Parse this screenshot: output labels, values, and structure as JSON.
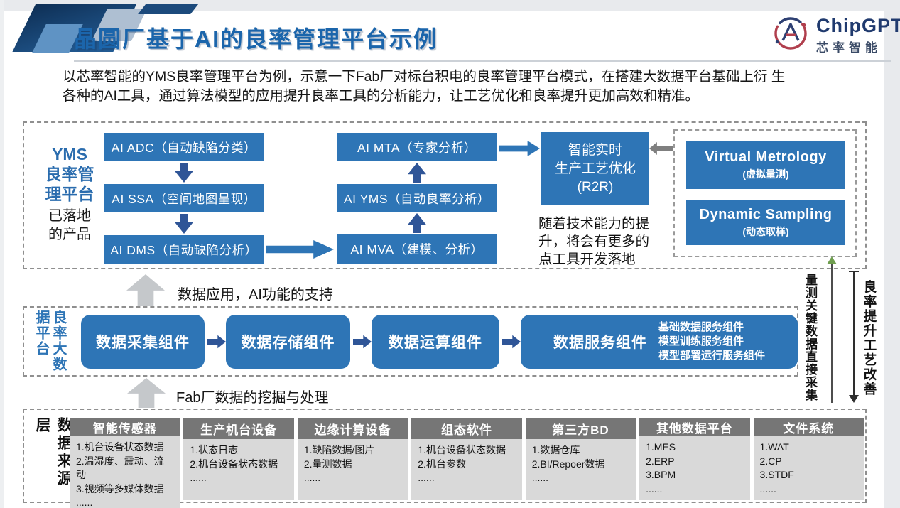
{
  "header": {
    "title": "晶圆厂基于AI的良率管理平台示例",
    "brand": "ChipGPT",
    "brand_sub": "芯率智能"
  },
  "intro": "以芯率智能的YMS良率管理平台为例，示意一下Fab厂对标台积电的良率管理平台模式，在搭建大数据平台基础上衍 生\n各种的AI工具，通过算法模型的应用提升良率工具的分析能力，让工艺优化和良率提升更加高效和精准。",
  "yms": {
    "side_title": "YMS\n良率管\n理平台",
    "side_sub": "已落地\n的产品",
    "left": [
      "AI ADC（自动缺陷分类）",
      "AI SSA（空间地图呈现）",
      "AI DMS（自动缺陷分析）"
    ],
    "mid": [
      "AI MTA（专家分析）",
      "AI YMS（自动良率分析）",
      "AI MVA（建模、分析）"
    ],
    "r2r": "智能实时\n生产工艺优化\n(R2R)",
    "note": "随着技术能力的提\n升，将会有更多的\n点工具开发落地",
    "vm": {
      "title": "Virtual Metrology",
      "sub": "(虚拟量测)"
    },
    "ds": {
      "title": "Dynamic Sampling",
      "sub": "(动态取样)"
    }
  },
  "flows": {
    "data_app": "数据应用，AI功能的支持",
    "fab_mining": "Fab厂数据的挖掘与处理"
  },
  "platform": {
    "side_label": "良率大数据平台",
    "components": [
      "数据采集组件",
      "数据存储组件",
      "数据运算组件",
      "数据服务组件"
    ],
    "service_details": "基础数据服务组件\n模型训练服务组件\n模型部署运行服务组件"
  },
  "sources": {
    "side_label": "数据来源层",
    "columns": [
      {
        "header": "智能传感器",
        "items": "1.机台设备状态数据\n2.温湿度、震动、流动\n3.视频等多媒体数据\n......"
      },
      {
        "header": "生产机台设备",
        "items": "1.状态日志\n2.机台设备状态数据\n......"
      },
      {
        "header": "边缘计算设备",
        "items": "1.缺陷数据/图片\n2.量测数据\n......"
      },
      {
        "header": "组态软件",
        "items": "1.机台设备状态数据\n2.机台参数\n......"
      },
      {
        "header": "第三方BD",
        "items": "1.数据仓库\n2.BI/Repoer数据\n......"
      },
      {
        "header": "其他数据平台",
        "items": "1.MES\n2.ERP\n3.BPM\n......"
      },
      {
        "header": "文件系统",
        "items": "1.WAT\n2.CP\n3.STDF\n......"
      }
    ]
  },
  "annotations": {
    "measure": "量测关键数据直接采集",
    "yield": "良率提升工艺改善"
  },
  "colors": {
    "box_blue": "#2E75B6",
    "connector_blue": "#2F5597",
    "title_blue": "#1B65AB",
    "label_blue": "#2A6CAE",
    "gray_arrow": "#7F7F7F",
    "light_gray_arrow": "#C5C8CB",
    "table_header_gray": "#767676",
    "table_body_gray": "#D9D9D9",
    "green_arrowhead": "#6F9E4F",
    "dashed_border": "#8F8F8F"
  }
}
